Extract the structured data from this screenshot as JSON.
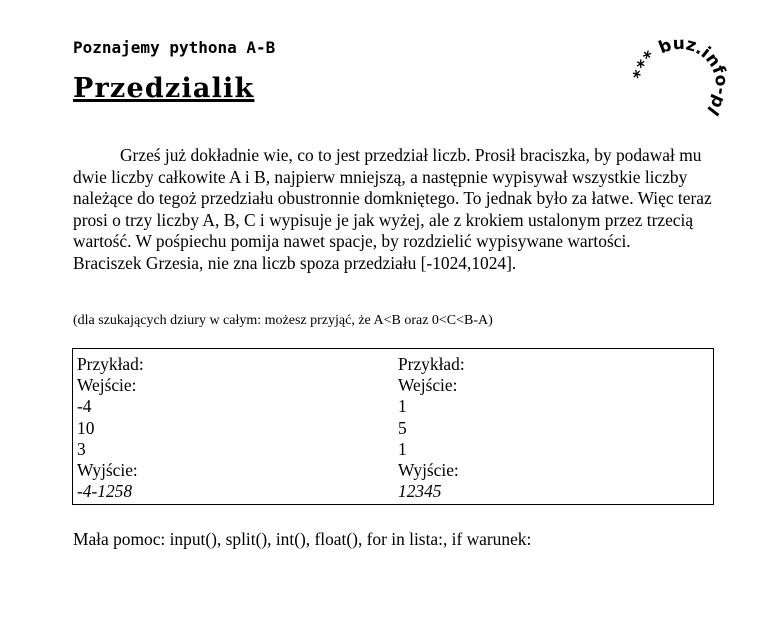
{
  "header": {
    "subtitle": "Poznajemy pythona A-B",
    "title": "Przedzialik"
  },
  "logo": {
    "text": "*** buz.info-pl"
  },
  "body": {
    "paragraph": "Grześ już dokładnie wie, co to jest przedział liczb. Prosił braciszka, by podawał mu dwie liczby całkowite A i B, najpierw mniejszą, a następnie wypisywał wszystkie liczby należące do tegoż przedziału obustronnie domkniętego. To jednak było za łatwe. Więc teraz prosi o trzy liczby A, B, C i wypisuje je jak wyżej, ale z krokiem ustalonym przez trzecią wartość. W pośpiechu pomija nawet spacje, by rozdzielić wypisywane wartości.",
    "line2": "Braciszek Grzesia, nie zna liczb spoza przedziału [-1024,1024].",
    "note": "(dla szukających dziury w całym: możesz przyjąć, że A<B oraz 0<C<B-A)"
  },
  "examples": [
    {
      "heading": "Przykład:",
      "input_label": "Wejście:",
      "inputs": [
        "-4",
        "10",
        "3"
      ],
      "output_label": "Wyjście:",
      "output": "-4-1258"
    },
    {
      "heading": "Przykład:",
      "input_label": "Wejście:",
      "inputs": [
        "1",
        "5",
        "1"
      ],
      "output_label": "Wyjście:",
      "output": "12345"
    }
  ],
  "help": "Mała pomoc: input(), split(), int(), float(), for in lista:, if warunek:"
}
